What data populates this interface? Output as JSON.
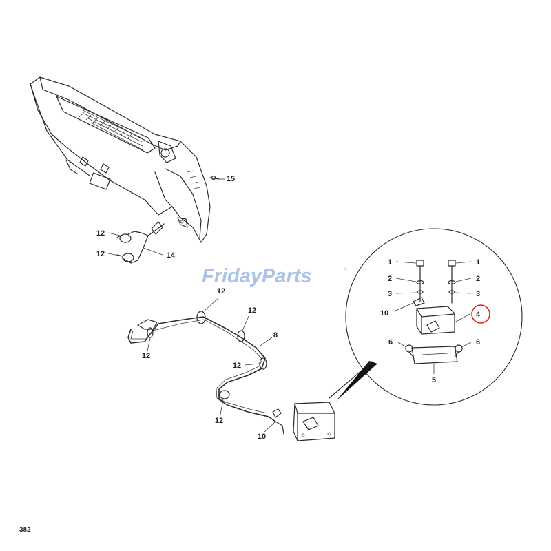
{
  "watermark": {
    "brand": "FridayParts",
    "registered": "®"
  },
  "page_number": "382",
  "callouts": {
    "c1a": "1",
    "c1b": "1",
    "c2a": "2",
    "c2b": "2",
    "c3a": "3",
    "c3b": "3",
    "c4": "4",
    "c5": "5",
    "c6a": "6",
    "c6b": "6",
    "c8": "8",
    "c10a": "10",
    "c10b": "10",
    "c12a": "12",
    "c12b": "12",
    "c12c": "12",
    "c12d": "12",
    "c12e": "12",
    "c12f": "12",
    "c12g": "12",
    "c14": "14",
    "c15": "15"
  },
  "highlight_color": "#e02020",
  "watermark_color": "#a9c4e6"
}
